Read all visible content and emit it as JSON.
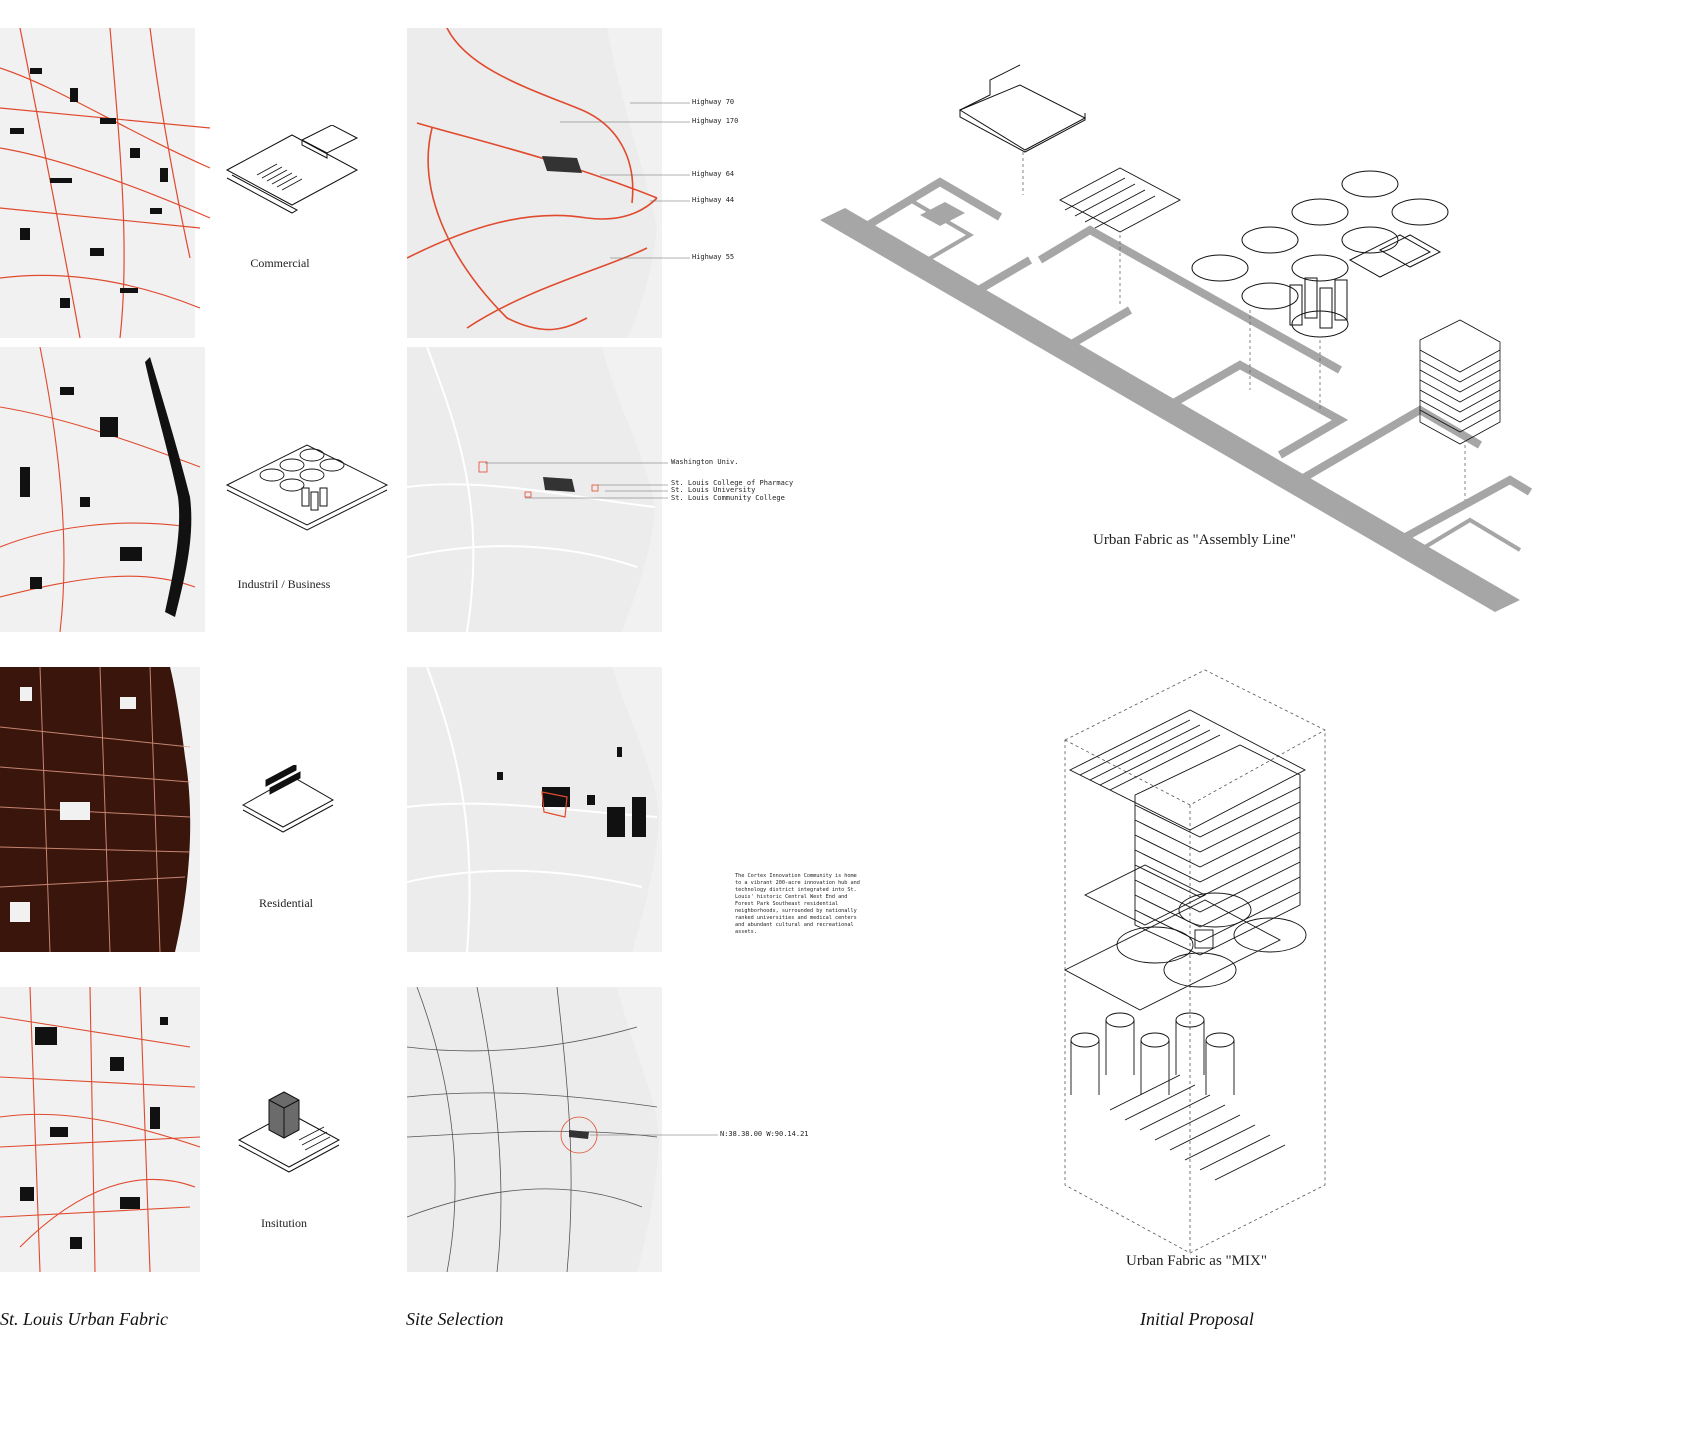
{
  "captions": {
    "col1": "St. Louis Urban Fabric",
    "col2": "Site Selection",
    "col3": "Initial Proposal"
  },
  "typologies": [
    {
      "label": "Commercial"
    },
    {
      "label": "Industril / Business"
    },
    {
      "label": "Residential"
    },
    {
      "label": "Insitution"
    }
  ],
  "highways": [
    "Highway 70",
    "Highway 170",
    "Highway 64",
    "Highway 44",
    "Highway 55"
  ],
  "institutions": [
    "Washington Univ.",
    "St. Louis College of Pharmacy",
    "St. Louis University",
    "St. Louis Community College"
  ],
  "cortex_description": "The Cortex Innovation Community is home to a vibrant 200-acre innovation hub and technology district integrated into St. Louis' historic Central West End and Forest Park Southeast residential neighborhoods, surrounded by nationally ranked universities and medical centers and abundant cultural and recreational assets.",
  "coordinates": "N:38.38.00  W:90.14.21",
  "proposals": {
    "assembly": "Urban Fabric as \"Assembly Line\"",
    "mix": "Urban Fabric as \"MIX\""
  },
  "colors": {
    "road_red": "#e04a2e",
    "map_bg": "#f1f1f1",
    "ink": "#111111",
    "gray_road": "#a6a6a6"
  }
}
